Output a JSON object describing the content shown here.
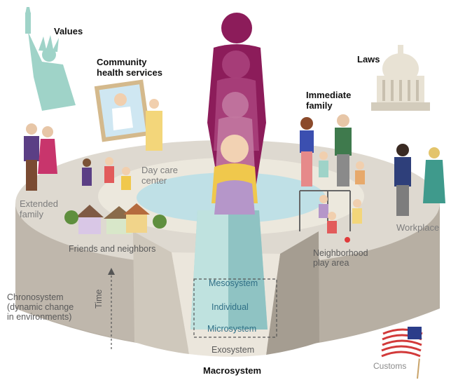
{
  "labels": {
    "values": "Values",
    "community_health": [
      "Community",
      "health services"
    ],
    "laws": "Laws",
    "immediate_family": [
      "Immediate",
      "family"
    ],
    "day_care": [
      "Day care",
      "center"
    ],
    "extended_family": [
      "Extended",
      "family"
    ],
    "workplace": "Workplace",
    "friends_neighbors": "Friends and neighbors",
    "neighborhood_play": [
      "Neighborhood",
      "play area"
    ],
    "mesosystem": "Mesosystem",
    "individual": "Individual",
    "microsystem": "Microsystem",
    "exosystem": "Exosystem",
    "macrosystem": "Macrosystem",
    "chronosystem": [
      "Chronosystem",
      "(dynamic change",
      "in environments)"
    ],
    "time": "Time",
    "customs": "Customs"
  },
  "colors": {
    "ring_top": "#ded9d0",
    "ring_side": "#b7afa3",
    "micro_ring": "#ece8dd",
    "inner_pool": "#bfe0e6",
    "column": "#a9d4d2",
    "adult_figure": "#8c1c5a",
    "liberty_green": "#9fd3c8",
    "capitol": "#e8e2d4"
  },
  "icons": {
    "statue": "statue-of-liberty-icon",
    "capitol": "capitol-building-icon",
    "flag": "american-flag-icon"
  }
}
